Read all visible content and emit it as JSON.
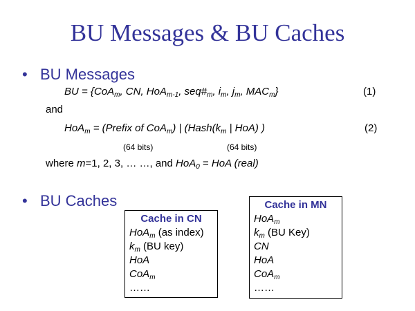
{
  "title": "BU Messages & BU Caches",
  "bullets": [
    {
      "symbol": "•",
      "label": "BU Messages"
    },
    {
      "symbol": "•",
      "label": "BU Caches"
    }
  ],
  "eq1": [
    {
      "t": "BU = {CoA",
      "i": true
    },
    {
      "t": "m",
      "i": true,
      "sub": true
    },
    {
      "t": ", CN, HoA",
      "i": true
    },
    {
      "t": "m-1",
      "i": true,
      "sub": true
    },
    {
      "t": ", seq#",
      "i": true
    },
    {
      "t": "m",
      "i": true,
      "sub": true
    },
    {
      "t": ", i",
      "i": true
    },
    {
      "t": "m",
      "i": true,
      "sub": true
    },
    {
      "t": ", j",
      "i": true
    },
    {
      "t": "m",
      "i": true,
      "sub": true
    },
    {
      "t": ", MAC",
      "i": true
    },
    {
      "t": "m",
      "i": true,
      "sub": true
    },
    {
      "t": "}",
      "i": true
    }
  ],
  "eq1_num": "(1)",
  "and": "and",
  "eq2": [
    {
      "t": "HoA",
      "i": true
    },
    {
      "t": "m",
      "i": true,
      "sub": true
    },
    {
      "t": " = (Prefix of CoA",
      "i": true
    },
    {
      "t": "m",
      "i": true,
      "sub": true
    },
    {
      "t": ") | (Hash(k",
      "i": true
    },
    {
      "t": "m",
      "i": true,
      "sub": true
    },
    {
      "t": " | HoA) )",
      "i": true
    }
  ],
  "eq2_num": "(2)",
  "bits1": "(64 bits)",
  "bits2": "(64 bits)",
  "where": [
    {
      "t": "where "
    },
    {
      "t": "m",
      "i": true
    },
    {
      "t": "=1, 2, 3, … …, and "
    },
    {
      "t": "HoA",
      "i": true
    },
    {
      "t": "0",
      "i": true,
      "sub": true
    },
    {
      "t": " = "
    },
    {
      "t": "HoA (real)",
      "i": true
    }
  ],
  "cache_cn": {
    "title": "Cache in CN",
    "rows": [
      [
        {
          "t": "HoA",
          "i": true
        },
        {
          "t": "m",
          "i": true,
          "sub": true
        },
        {
          "t": " (as index)"
        }
      ],
      [
        {
          "t": "k",
          "i": true
        },
        {
          "t": "m",
          "i": true,
          "sub": true
        },
        {
          "t": " (BU key)"
        }
      ],
      [
        {
          "t": "HoA",
          "i": true
        }
      ],
      [
        {
          "t": "CoA",
          "i": true
        },
        {
          "t": "m",
          "i": true,
          "sub": true
        }
      ],
      [
        {
          "t": "……"
        }
      ]
    ]
  },
  "cache_mn": {
    "title": "Cache in MN",
    "rows": [
      [
        {
          "t": "HoA",
          "i": true
        },
        {
          "t": "m",
          "i": true,
          "sub": true
        }
      ],
      [
        {
          "t": "k",
          "i": true
        },
        {
          "t": "m",
          "i": true,
          "sub": true
        },
        {
          "t": " (BU Key)"
        }
      ],
      [
        {
          "t": "CN",
          "i": true
        }
      ],
      [
        {
          "t": "HoA",
          "i": true
        }
      ],
      [
        {
          "t": "CoA",
          "i": true
        },
        {
          "t": "m",
          "i": true,
          "sub": true
        }
      ],
      [
        {
          "t": "……"
        }
      ]
    ]
  }
}
